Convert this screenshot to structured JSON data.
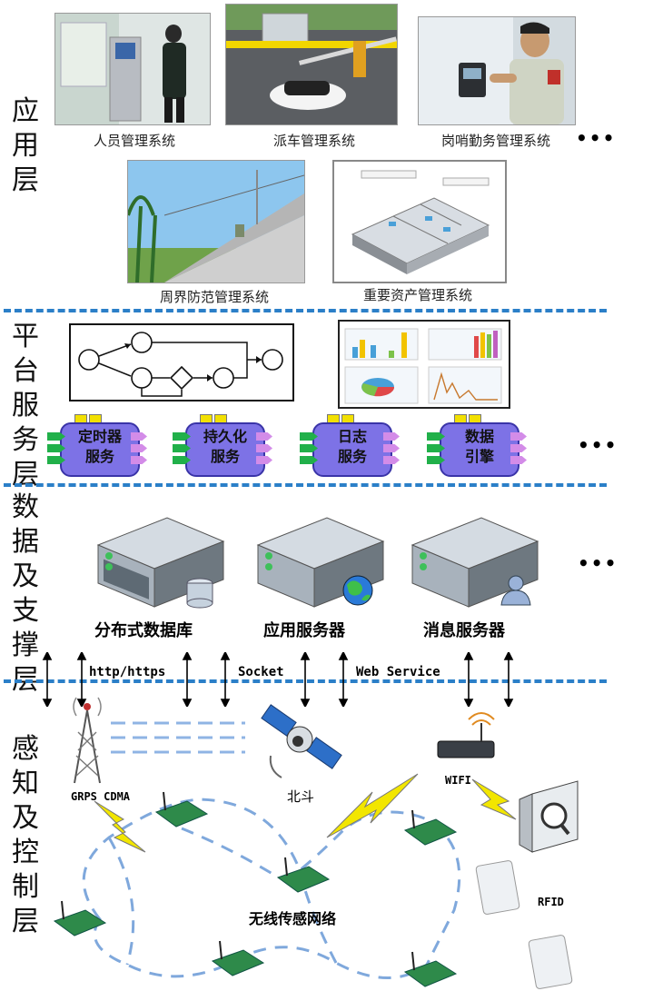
{
  "layers": {
    "application": [
      "应",
      "用",
      "层"
    ],
    "platform": [
      "平",
      "台",
      "服",
      "务",
      "层"
    ],
    "data": [
      "数",
      "据",
      "及",
      "支",
      "撑",
      "层"
    ],
    "perception": [
      "感",
      "知",
      "及",
      "控",
      "制",
      "层"
    ]
  },
  "application_layer": {
    "systems": [
      {
        "label": "人员管理系统",
        "icon": "personnel-photo"
      },
      {
        "label": "派车管理系统",
        "icon": "vehicle-gate-photo"
      },
      {
        "label": "岗哨勤务管理系统",
        "icon": "guard-duty-photo"
      },
      {
        "label": "周界防范管理系统",
        "icon": "perimeter-wall-photo"
      },
      {
        "label": "重要资产管理系统",
        "icon": "asset-floorplan-photo"
      }
    ],
    "more": "•••"
  },
  "platform_layer": {
    "services": [
      {
        "line1": "定时器",
        "line2": "服务"
      },
      {
        "line1": "持久化",
        "line2": "服务"
      },
      {
        "line1": "日志",
        "line2": "服务"
      },
      {
        "line1": "数据",
        "line2": "引擎"
      }
    ],
    "more": "•••"
  },
  "data_layer": {
    "servers": [
      {
        "label": "分布式数据库",
        "icon": "database-icon"
      },
      {
        "label": "应用服务器",
        "icon": "globe-icon"
      },
      {
        "label": "消息服务器",
        "icon": "user-icon"
      }
    ],
    "more": "•••",
    "protocols": [
      "http/https",
      "Socket",
      "Web Service"
    ]
  },
  "perception_layer": {
    "gprs": "GRPS CDMA",
    "beidou": "北斗",
    "wifi": "WIFI",
    "rfid": "RFID",
    "wsn": "无线传感网络"
  },
  "colors": {
    "divider": "#2b7fc8",
    "service_box": "#7d72e6",
    "wsn_dash": "#7fa8dc",
    "lightning": "#f2e600"
  }
}
